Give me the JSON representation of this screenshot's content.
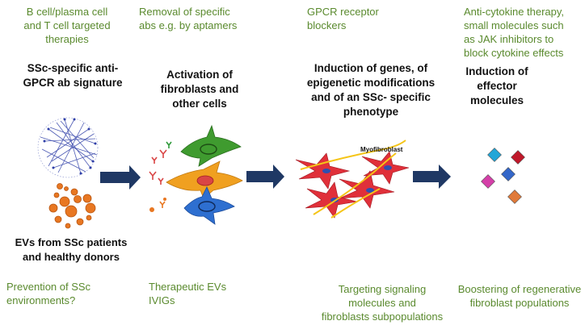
{
  "columns": [
    {
      "therapy_top": "B cell/plasma cell\nand T cell targeted\ntherapies",
      "stage": "SSc-specific anti-\nGPCR ab signature",
      "stage_bottom": "EVs from SSc patients\nand healthy donors",
      "therapy_bottom": "Prevention of SSc\nenvironments?"
    },
    {
      "therapy_top": "Removal of specific\nabs e.g. by aptamers",
      "stage": "Activation of\nfibroblasts and\nother cells",
      "therapy_bottom": "Therapeutic EVs\nIVIGs"
    },
    {
      "therapy_top": "GPCR receptor\nblockers",
      "stage": "Induction of genes, of\nepigenetic modifications\nand of an SSc- specific\nphenotype",
      "image_label": "Myofibroblast",
      "therapy_bottom": "Targeting signaling\nmolecules and\nfibroblasts subpopulations"
    },
    {
      "therapy_top": "Anti-cytokine therapy,\nsmall molecules such\nas JAK inhibitors to\nblock cytokine effects",
      "stage": "Induction of\neffector\nmolecules",
      "therapy_bottom": "Boostering of regenerative\nfibroblast populations"
    }
  ],
  "colors": {
    "therapy_text": "#5a8a2e",
    "arrow": "#1f3864",
    "network_edge": "#2f3fa8",
    "ev": "#e87722",
    "fibroblast_green": "#3f9b2f",
    "fibroblast_orange": "#f0a020",
    "fibroblast_blue": "#2e6fd0",
    "myofibroblast": "#e0303a",
    "fiber": "#f5c518"
  }
}
